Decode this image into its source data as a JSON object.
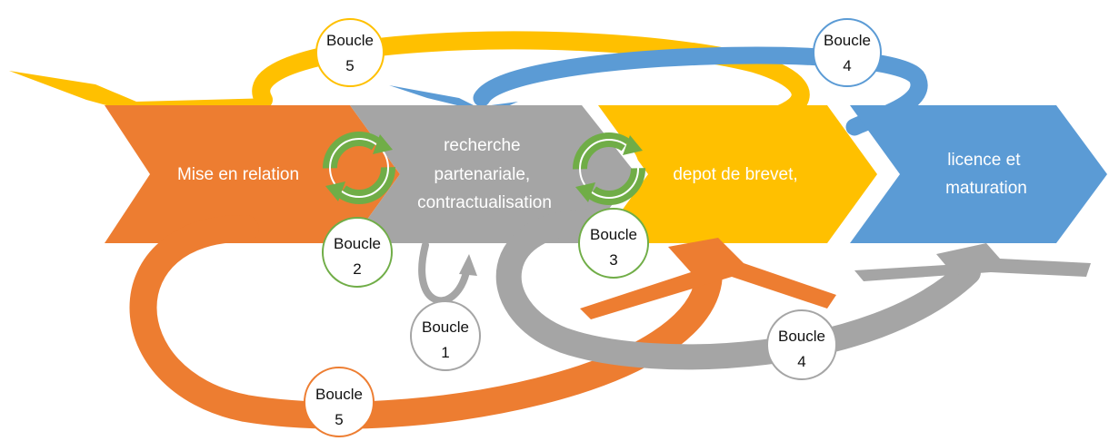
{
  "stages": [
    {
      "label_lines": [
        "Mise en relation"
      ],
      "color": "#ED7D31"
    },
    {
      "label_lines": [
        "recherche",
        "partenariale,",
        "contractualisation"
      ],
      "color": "#A5A5A5"
    },
    {
      "label_lines": [
        "depot de brevet,"
      ],
      "color": "#FFC000"
    },
    {
      "label_lines": [
        "licence et",
        "maturation"
      ],
      "color": "#5B9BD5"
    }
  ],
  "loops": [
    {
      "word": "Boucle",
      "number": "5",
      "color": "#FFC000",
      "position": "top-left"
    },
    {
      "word": "Boucle",
      "number": "4",
      "color": "#5B9BD5",
      "position": "top-right"
    },
    {
      "word": "Boucle",
      "number": "2",
      "color": "#70AD47",
      "position": "between stage 1 and 2"
    },
    {
      "word": "Boucle",
      "number": "3",
      "color": "#70AD47",
      "position": "between stage 2 and 3"
    },
    {
      "word": "Boucle",
      "number": "1",
      "color": "#A5A5A5",
      "position": "below stage 2"
    },
    {
      "word": "Boucle",
      "number": "4",
      "color": "#A5A5A5",
      "position": "bottom-right"
    },
    {
      "word": "Boucle",
      "number": "5",
      "color": "#ED7D31",
      "position": "bottom-left"
    }
  ],
  "colors": {
    "orange": "#ED7D31",
    "gray": "#A5A5A5",
    "yellow": "#FFC000",
    "blue": "#5B9BD5",
    "green": "#70AD47"
  }
}
